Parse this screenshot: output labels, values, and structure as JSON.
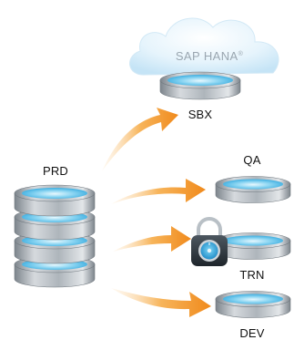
{
  "labels": {
    "prd": "PRD",
    "sbx": "SBX",
    "qa": "QA",
    "trn": "TRN",
    "dev": "DEV"
  },
  "cloud": {
    "brand": "SAP HANA",
    "mark": "®"
  },
  "colors": {
    "arrow": "#f39a2a",
    "disk_rim": "#9aa3ab",
    "disk_top": "#58c3ec",
    "cloud": "#dff1fb",
    "brand_text": "#9aa6b0"
  },
  "icons": [
    "cloud-icon",
    "lock-icon",
    "database-disk-icon",
    "arrow-icon"
  ]
}
